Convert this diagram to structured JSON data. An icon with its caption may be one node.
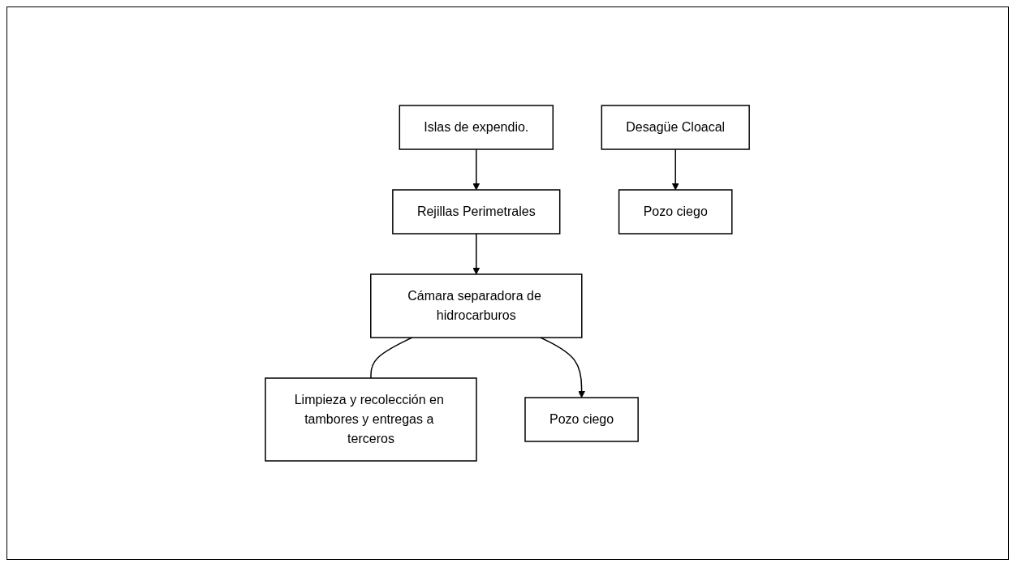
{
  "diagram": {
    "nodes": [
      {
        "text": [
          "Islas de expendio."
        ]
      },
      {
        "text": [
          "Desagüe Cloacal"
        ]
      },
      {
        "text": [
          "Rejillas Perimetrales"
        ]
      },
      {
        "text": [
          "Pozo ciego"
        ]
      },
      {
        "text": [
          "Cámara separadora de hidrocarburos"
        ]
      },
      {
        "text": [
          "Limpieza y recolección en tambores y entregas a terceros"
        ]
      },
      {
        "text": [
          "Pozo ciego"
        ]
      }
    ],
    "edges": [
      {
        "from": 0,
        "to": 2,
        "arrow": "to"
      },
      {
        "from": 1,
        "to": 3,
        "arrow": "to"
      },
      {
        "from": 2,
        "to": 4,
        "arrow": "to"
      },
      {
        "from": 4,
        "to": 5,
        "arrow": "none"
      },
      {
        "from": 4,
        "to": 6,
        "arrow": "to"
      }
    ]
  }
}
